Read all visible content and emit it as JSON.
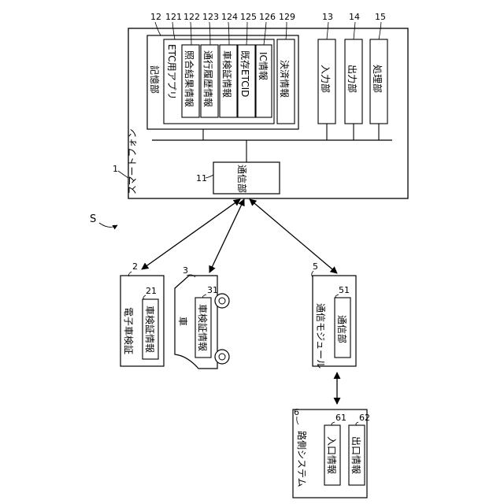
{
  "system_label": "S",
  "smartphone": {
    "ref": "1",
    "label": "スマートフォン",
    "storage": {
      "ref": "12",
      "label": "記憶部",
      "items": [
        {
          "ref": "121",
          "label": "ETC用アプリ"
        },
        {
          "ref": "122",
          "label": "照合結果情報"
        },
        {
          "ref": "123",
          "label": "通行履歴情報"
        },
        {
          "ref": "124",
          "label": "車検証情報"
        },
        {
          "ref": "125",
          "label": "既存ETCID"
        },
        {
          "ref": "126",
          "label": "IC情報"
        },
        {
          "ref": "129",
          "label": "決済情報"
        }
      ]
    },
    "input": {
      "ref": "13",
      "label": "入力部"
    },
    "output": {
      "ref": "14",
      "label": "出力部"
    },
    "processor": {
      "ref": "15",
      "label": "処理部"
    },
    "comm": {
      "ref": "11",
      "label": "通信部"
    }
  },
  "e_inspection": {
    "ref": "2",
    "label": "電子車検証",
    "item": {
      "ref": "21",
      "label": "車検証情報"
    }
  },
  "car": {
    "ref": "3",
    "label": "車",
    "item": {
      "ref": "31",
      "label": "車検証情報"
    }
  },
  "comm_module": {
    "ref": "5",
    "label": "通信モジュール",
    "item": {
      "ref": "51",
      "label": "通信部"
    }
  },
  "roadside": {
    "ref": "6",
    "label": "路側システム",
    "items": [
      {
        "ref": "61",
        "label": "入口情報"
      },
      {
        "ref": "62",
        "label": "出口情報"
      }
    ]
  }
}
